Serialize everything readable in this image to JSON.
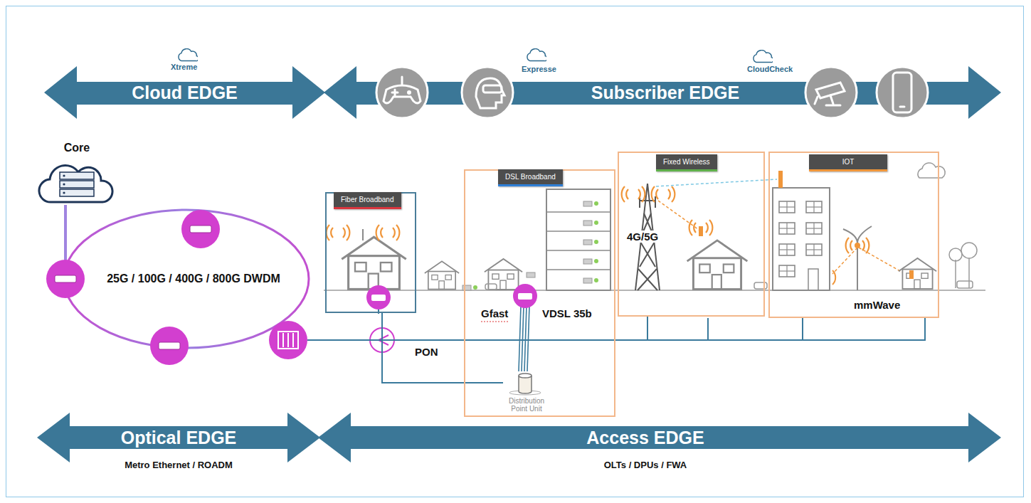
{
  "diagram": {
    "nodes": [
      {
        "text": [
          "Cloud EDGE"
        ]
      },
      {
        "text": [
          "Subscriber EDGE"
        ]
      },
      {
        "text": [
          "Core"
        ]
      },
      {
        "text": [
          "25G / 100G / 400G / 800G DWDM"
        ]
      },
      {
        "text": [
          "Fiber Broadband"
        ]
      },
      {
        "text": [
          "DSL Broadband"
        ]
      },
      {
        "text": [
          "Distribution Point Unit"
        ],
        "in": 5
      },
      {
        "text": [
          "Fixed Wireless"
        ]
      },
      {
        "text": [
          "IOT"
        ]
      },
      {
        "text": [
          "Optical EDGE",
          "Metro Ethernet / ROADM"
        ]
      },
      {
        "text": [
          "Access EDGE",
          "OLTs / DPUs / FWA"
        ]
      }
    ],
    "edges": [
      {
        "from": 2,
        "to": 3,
        "arrow": "none"
      },
      {
        "from": 3,
        "to": 4,
        "arrow": "none"
      },
      {
        "from": 3,
        "to": 6,
        "arrow": "none"
      },
      {
        "from": 3,
        "to": 7,
        "arrow": "none"
      },
      {
        "from": 3,
        "to": 8,
        "arrow": "none"
      }
    ],
    "labels": [
      "Xtreme",
      "Expresse",
      "CloudCheck",
      "Gfast",
      "VDSL 35b",
      "PON",
      "4G/5G",
      "mmWave"
    ]
  }
}
